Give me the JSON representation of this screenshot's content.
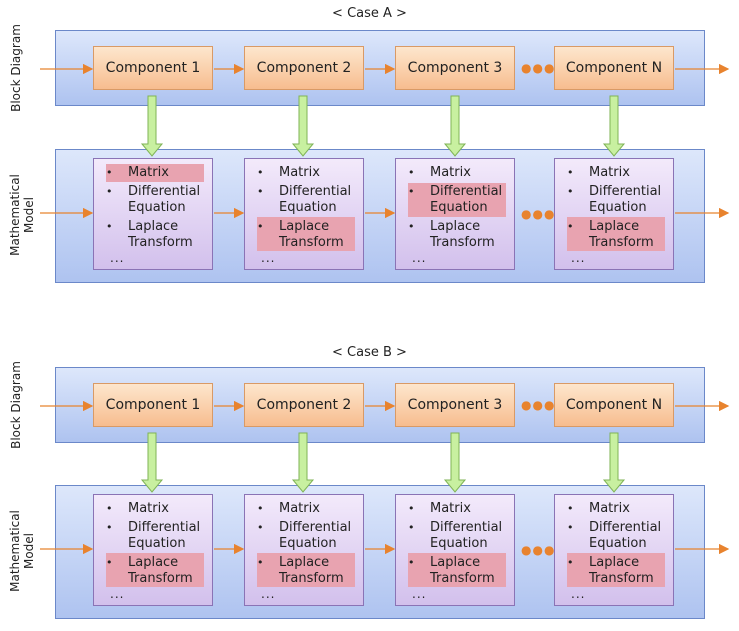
{
  "case_a": {
    "title": "< Case A >",
    "block_label": "Block Diagram",
    "model_label": "Mathematical Model",
    "components": [
      "Component 1",
      "Component 2",
      "Component 3",
      "Component N"
    ],
    "models": [
      {
        "matrix": "Matrix",
        "diff1": "Differential",
        "diff2": "Equation",
        "lap1": "Laplace",
        "lap2": "Transform",
        "more": "...",
        "highlight": "matrix"
      },
      {
        "matrix": "Matrix",
        "diff1": "Differential",
        "diff2": "Equation",
        "lap1": "Laplace",
        "lap2": "Transform",
        "more": "...",
        "highlight": "laplace"
      },
      {
        "matrix": "Matrix",
        "diff1": "Differential",
        "diff2": "Equation",
        "lap1": "Laplace",
        "lap2": "Transform",
        "more": "...",
        "highlight": "differential"
      },
      {
        "matrix": "Matrix",
        "diff1": "Differential",
        "diff2": "Equation",
        "lap1": "Laplace",
        "lap2": "Transform",
        "more": "...",
        "highlight": "laplace"
      }
    ]
  },
  "case_b": {
    "title": "< Case B >",
    "block_label": "Block Diagram",
    "model_label": "Mathematical Model",
    "components": [
      "Component 1",
      "Component 2",
      "Component 3",
      "Component N"
    ],
    "models": [
      {
        "matrix": "Matrix",
        "diff1": "Differential",
        "diff2": "Equation",
        "lap1": "Laplace",
        "lap2": "Transform",
        "more": "...",
        "highlight": "laplace"
      },
      {
        "matrix": "Matrix",
        "diff1": "Differential",
        "diff2": "Equation",
        "lap1": "Laplace",
        "lap2": "Transform",
        "more": "...",
        "highlight": "laplace"
      },
      {
        "matrix": "Matrix",
        "diff1": "Differential",
        "diff2": "Equation",
        "lap1": "Laplace",
        "lap2": "Transform",
        "more": "...",
        "highlight": "laplace"
      },
      {
        "matrix": "Matrix",
        "diff1": "Differential",
        "diff2": "Equation",
        "lap1": "Laplace",
        "lap2": "Transform",
        "more": "...",
        "highlight": "laplace"
      }
    ]
  },
  "colors": {
    "arrow": "#e8832e",
    "down_arrow": "#b5e48a",
    "highlight": "#e8a3b0"
  }
}
